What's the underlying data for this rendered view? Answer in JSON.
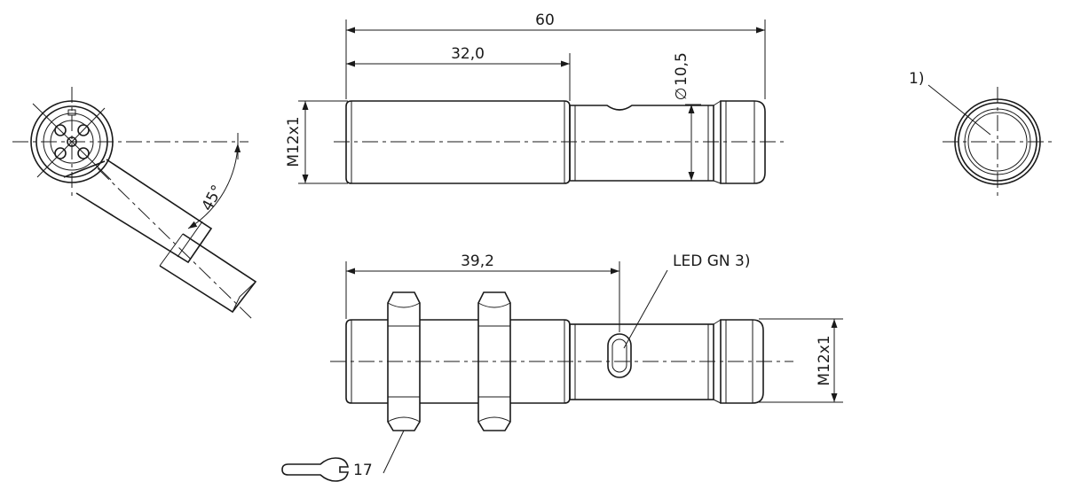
{
  "dimensions": {
    "overall_length": "60",
    "thread_length": "32,0",
    "diameter": "10,5",
    "diameter_symbol": "∅",
    "led_position": "39,2",
    "thread_top": "M12x1",
    "thread_bottom": "M12x1",
    "angle": "45°"
  },
  "notes": {
    "end_view": "1)",
    "led": "LED GN 3)",
    "wrench_size": "17"
  },
  "icons": {
    "wrench": "wrench-icon"
  },
  "colors": {
    "line": "#1a1a1a",
    "background": "#ffffff"
  }
}
